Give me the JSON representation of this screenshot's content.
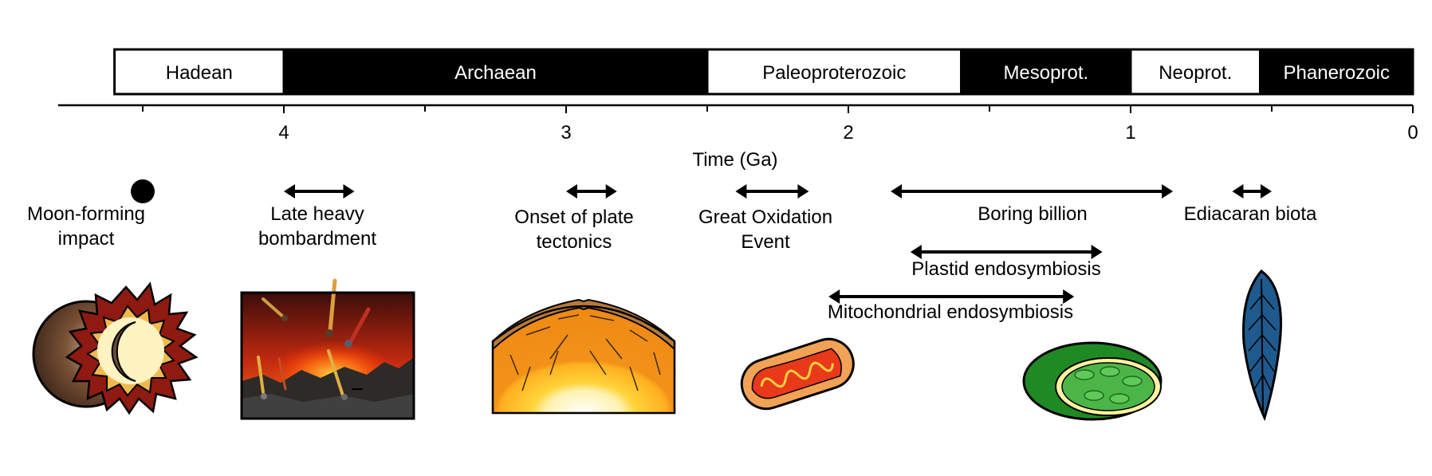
{
  "eons": [
    {
      "label": "Hadean",
      "start": 4.6,
      "end": 4.0,
      "fill": "white"
    },
    {
      "label": "Archaean",
      "start": 4.0,
      "end": 2.5,
      "fill": "black"
    },
    {
      "label": "Paleoproterozoic",
      "start": 2.5,
      "end": 1.6,
      "fill": "white"
    },
    {
      "label": "Mesoprot.",
      "start": 1.6,
      "end": 1.0,
      "fill": "black"
    },
    {
      "label": "Neoprot.",
      "start": 1.0,
      "end": 0.541,
      "fill": "white"
    },
    {
      "label": "Phanerozoic",
      "start": 0.541,
      "end": 0.0,
      "fill": "black"
    }
  ],
  "axis": {
    "label": "Time (Ga)",
    "min": 0,
    "max": 4.8,
    "reversed": true,
    "major_ticks": [
      4,
      3,
      2,
      1,
      0
    ],
    "major_tick_labels": [
      "4",
      "3",
      "2",
      "1",
      "0"
    ],
    "minor_ticks": [
      4.5,
      3.5,
      2.5,
      1.5,
      0.5
    ]
  },
  "events": [
    {
      "label_lines": [
        "Moon-forming",
        "impact"
      ],
      "marker": "dot",
      "time": 4.5
    },
    {
      "label_lines": [
        "Late heavy",
        "bombardment"
      ],
      "marker": "range",
      "start": 4.0,
      "end": 3.75
    },
    {
      "label_lines": [
        "Onset of plate",
        "tectonics"
      ],
      "marker": "range",
      "start": 3.0,
      "end": 2.82
    },
    {
      "label_lines": [
        "Great Oxidation",
        "Event"
      ],
      "marker": "range",
      "start": 2.4,
      "end": 2.14
    },
    {
      "label_lines": [
        "Boring billion"
      ],
      "marker": "range",
      "start": 1.85,
      "end": 0.85
    },
    {
      "label_lines": [
        "Plastid endosymbiosis"
      ],
      "marker": "range",
      "start": 1.78,
      "end": 1.1
    },
    {
      "label_lines": [
        "Mitochondrial endosymbiosis"
      ],
      "marker": "range",
      "start": 2.07,
      "end": 1.2
    },
    {
      "label_lines": [
        "Ediacaran biota"
      ],
      "marker": "range",
      "start": 0.64,
      "end": 0.5
    }
  ],
  "illustrations": [
    {
      "name": "moon-forming-impact-illustration"
    },
    {
      "name": "late-heavy-bombardment-illustration"
    },
    {
      "name": "plate-tectonics-illustration"
    },
    {
      "name": "mitochondrion-illustration"
    },
    {
      "name": "chloroplast-illustration"
    },
    {
      "name": "ediacaran-frond-illustration"
    }
  ]
}
